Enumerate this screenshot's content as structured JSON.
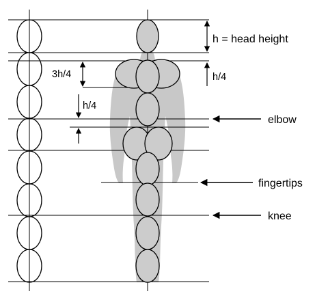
{
  "labels": {
    "head_height": "h = head height",
    "quarter_right": "h/4",
    "three_quarter": "3h/4",
    "quarter_left": "h/4",
    "elbow": "elbow",
    "fingertips": "fingertips",
    "knee": "knee"
  },
  "colors": {
    "silhouette": "#c8c8c8",
    "oval_fill": "#cccccc",
    "ink": "#000000"
  },
  "head_units": 8
}
